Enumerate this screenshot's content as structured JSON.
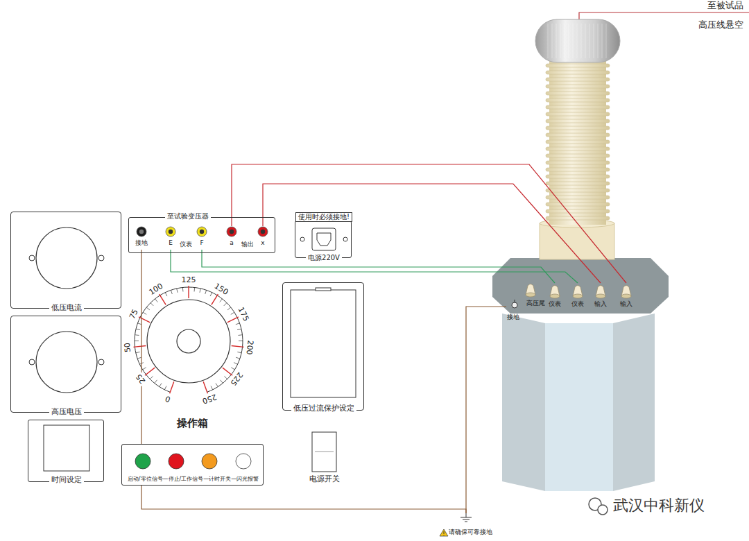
{
  "diagram": {
    "nodes": [
      {
        "text": [
          "至试验变压器",
          "仪表",
          "输出"
        ]
      },
      {
        "text": [
          "接地"
        ],
        "in": 0
      },
      {
        "text": [
          "E"
        ],
        "in": 0
      },
      {
        "text": [
          "F"
        ],
        "in": 0
      },
      {
        "text": [
          "a"
        ],
        "in": 0
      },
      {
        "text": [
          "x"
        ],
        "in": 0
      },
      {
        "text": [
          "使用时必须接地!",
          "电源220V"
        ]
      },
      {
        "text": [
          "低压电流"
        ]
      },
      {
        "text": [
          "高压电压"
        ]
      },
      {
        "text": [
          "时间设定"
        ]
      },
      {
        "text": [
          "低压过流保护设定"
        ]
      },
      {
        "text": [
          "启动/零位信号—停止/工作信号—计时开关—闪光报警"
        ]
      },
      {
        "text": [
          "电源开关"
        ]
      },
      {
        "text": [
          "高压尾",
          "接地"
        ]
      },
      {
        "text": [
          "仪表"
        ]
      },
      {
        "text": [
          "仪表"
        ]
      },
      {
        "text": [
          "输入"
        ]
      },
      {
        "text": [
          "输入"
        ]
      },
      {
        "text": [
          "请确保可靠接地"
        ]
      }
    ],
    "edges": [
      {
        "from": 1,
        "to": 18,
        "arrow": "none"
      },
      {
        "from": 13,
        "to": 18,
        "arrow": "none"
      },
      {
        "from": 2,
        "to": 15,
        "arrow": "none"
      },
      {
        "from": 3,
        "to": 14,
        "arrow": "none"
      },
      {
        "from": 4,
        "to": 17,
        "arrow": "none"
      },
      {
        "from": 5,
        "to": 16,
        "arrow": "none"
      }
    ],
    "labels": [
      "至被试品",
      "高压线悬空",
      "0",
      "25",
      "50",
      "75",
      "100",
      "125",
      "150",
      "175",
      "200",
      "225",
      "250",
      "操作箱",
      "武汉中科新仪"
    ]
  }
}
